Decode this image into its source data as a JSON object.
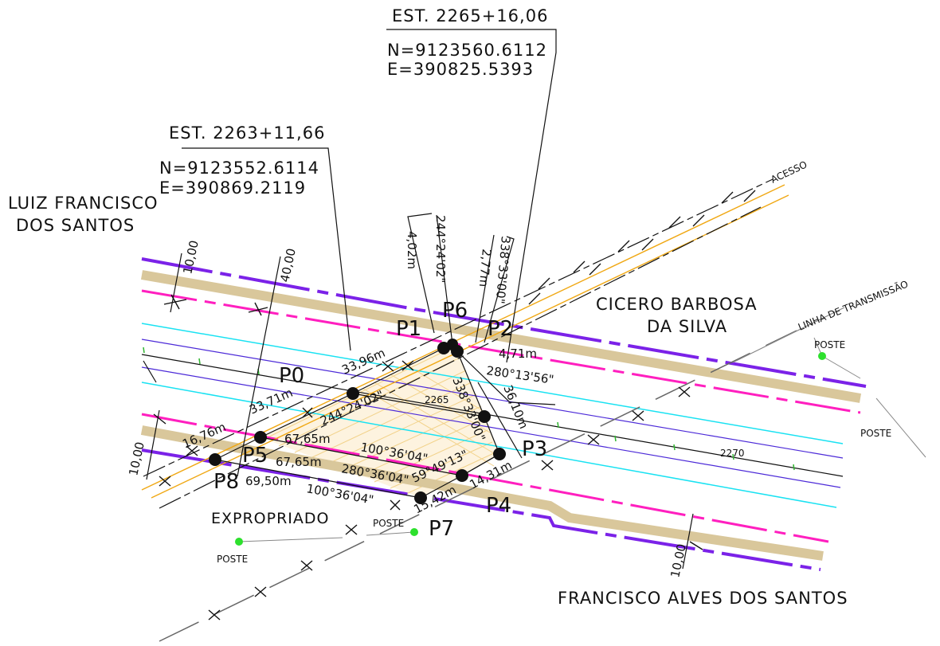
{
  "stations": [
    {
      "est": "EST. 2265+16,06",
      "n": "N=9123560.6112",
      "e": "E=390825.5393"
    },
    {
      "est": "EST. 2263+11,66",
      "n": "N=9123552.6114",
      "e": "E=390869.2119"
    }
  ],
  "owners": {
    "luiz_line1": "LUIZ FRANCISCO",
    "luiz_line2": "DOS SANTOS",
    "cicero_line1": "CICERO BARBOSA",
    "cicero_line2": "DA SILVA",
    "francisco": "FRANCISCO ALVES DOS SANTOS",
    "expropriado": "EXPROPRIADO"
  },
  "labels": {
    "acesso": "ACESSO",
    "linha": "LINHA DE TRANSMISSÃO",
    "poste": "POSTE",
    "st2265": "2265",
    "st2270": "2270"
  },
  "widths": {
    "w10a": "10,00",
    "w40": "40,00",
    "w10b": "10,00",
    "w10c": "10,00"
  },
  "points": {
    "p0": "P0",
    "p1": "P1",
    "p2": "P2",
    "p3": "P3",
    "p4": "P4",
    "p5": "P5",
    "p6": "P6",
    "p7": "P7",
    "p8": "P8"
  },
  "dims": {
    "d3396": "33,96m",
    "d3371": "33,71m",
    "d1676": "16,76m",
    "d6765a": "67,65m",
    "d6765b": "67,65m",
    "d6950": "69,50m",
    "d402": "4,02m",
    "d277": "2,77m",
    "d471": "4,71m",
    "d3610": "36,10m",
    "d1431": "14,31m",
    "d1542": "15,42m"
  },
  "angles": {
    "a244v": "244°24'02\"",
    "a338v": "338°33'00\"",
    "a280a": "280°13'56\"",
    "a244": "244°24'02\"",
    "a338": "338°33'00\"",
    "a100a": "100°36'04\"",
    "a280b": "280°36'04\"",
    "a59": "59°49'13\"",
    "a100b": "100°36'04\""
  }
}
